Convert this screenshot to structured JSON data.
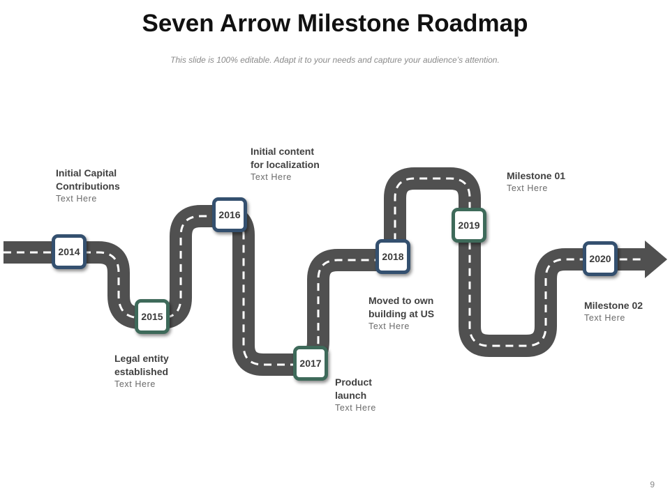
{
  "header": {
    "title": "Seven Arrow Milestone Roadmap",
    "subtitle": "This slide is 100% editable. Adapt it to your needs and capture your audience’s attention."
  },
  "milestones": [
    {
      "year": "2014",
      "color": "#34506f",
      "label_line1": "Initial Capital",
      "label_line2": "Contributions",
      "sub": "Text Here"
    },
    {
      "year": "2015",
      "color": "#3e6a5a",
      "label_line1": "Legal entity",
      "label_line2": "established",
      "sub": "Text Here"
    },
    {
      "year": "2016",
      "color": "#34506f",
      "label_line1": "Initial content",
      "label_line2": "for localization",
      "sub": "Text Here"
    },
    {
      "year": "2017",
      "color": "#3e6a5a",
      "label_line1": "Product",
      "label_line2": "launch",
      "sub": "Text Here"
    },
    {
      "year": "2018",
      "color": "#34506f",
      "label_line1": "Moved to own",
      "label_line2": "building at US",
      "sub": "Text Here"
    },
    {
      "year": "2019",
      "color": "#3e6a5a",
      "label_line1": "Milestone 01",
      "label_line2": "",
      "sub": "Text Here"
    },
    {
      "year": "2020",
      "color": "#34506f",
      "label_line1": "Milestone 02",
      "label_line2": "",
      "sub": "Text Here"
    }
  ],
  "colors": {
    "road": "#505050",
    "lane_marking": "#ffffff"
  },
  "footer": {
    "page_number": "9"
  }
}
